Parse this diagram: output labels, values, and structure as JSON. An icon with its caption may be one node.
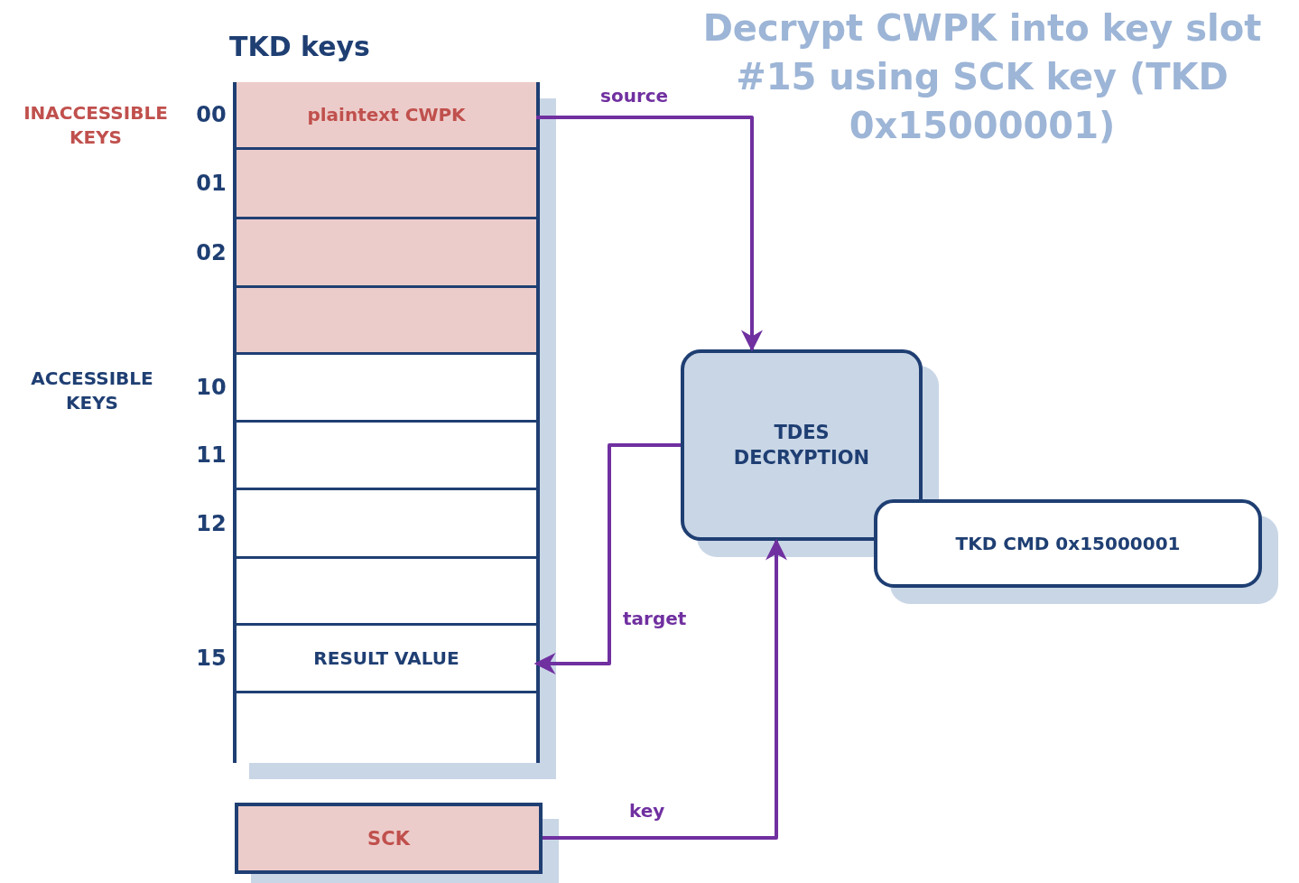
{
  "diagram": {
    "title": "Decrypt CWPK into key slot #15 using SCK key (TKD 0x15000001)",
    "nodes": [
      {
        "text": [
          "TKD keys"
        ]
      },
      {
        "text": [
          "plaintext CWPK"
        ],
        "in": 0,
        "beside": [
          "00"
        ]
      },
      {
        "text": [],
        "shape": "box",
        "in": 0,
        "beside": [
          "01"
        ]
      },
      {
        "text": [],
        "shape": "box",
        "in": 0,
        "beside": [
          "02"
        ]
      },
      {
        "text": [],
        "shape": "box",
        "in": 0
      },
      {
        "text": [],
        "shape": "box",
        "in": 0,
        "beside": [
          "10"
        ]
      },
      {
        "text": [],
        "shape": "box",
        "in": 0,
        "beside": [
          "11"
        ]
      },
      {
        "text": [],
        "shape": "box",
        "in": 0,
        "beside": [
          "12"
        ]
      },
      {
        "text": [],
        "shape": "box",
        "in": 0
      },
      {
        "text": [
          "RESULT VALUE"
        ],
        "in": 0,
        "beside": [
          "15"
        ]
      },
      {
        "text": [],
        "shape": "box",
        "in": 0
      },
      {
        "text": [
          "TDES DECRYPTION"
        ]
      },
      {
        "text": [
          "TKD CMD 0x15000001"
        ]
      },
      {
        "text": [
          "SCK"
        ]
      }
    ],
    "edges": [
      {
        "from": 1,
        "to": 11,
        "arrow": "to",
        "label": "source"
      },
      {
        "from": 11,
        "to": 9,
        "arrow": "to",
        "label": "target"
      },
      {
        "from": 13,
        "to": 11,
        "arrow": "to",
        "label": "key"
      }
    ],
    "labels": [
      "INACCESSIBLE KEYS",
      "ACCESSIBLE KEYS"
    ]
  }
}
